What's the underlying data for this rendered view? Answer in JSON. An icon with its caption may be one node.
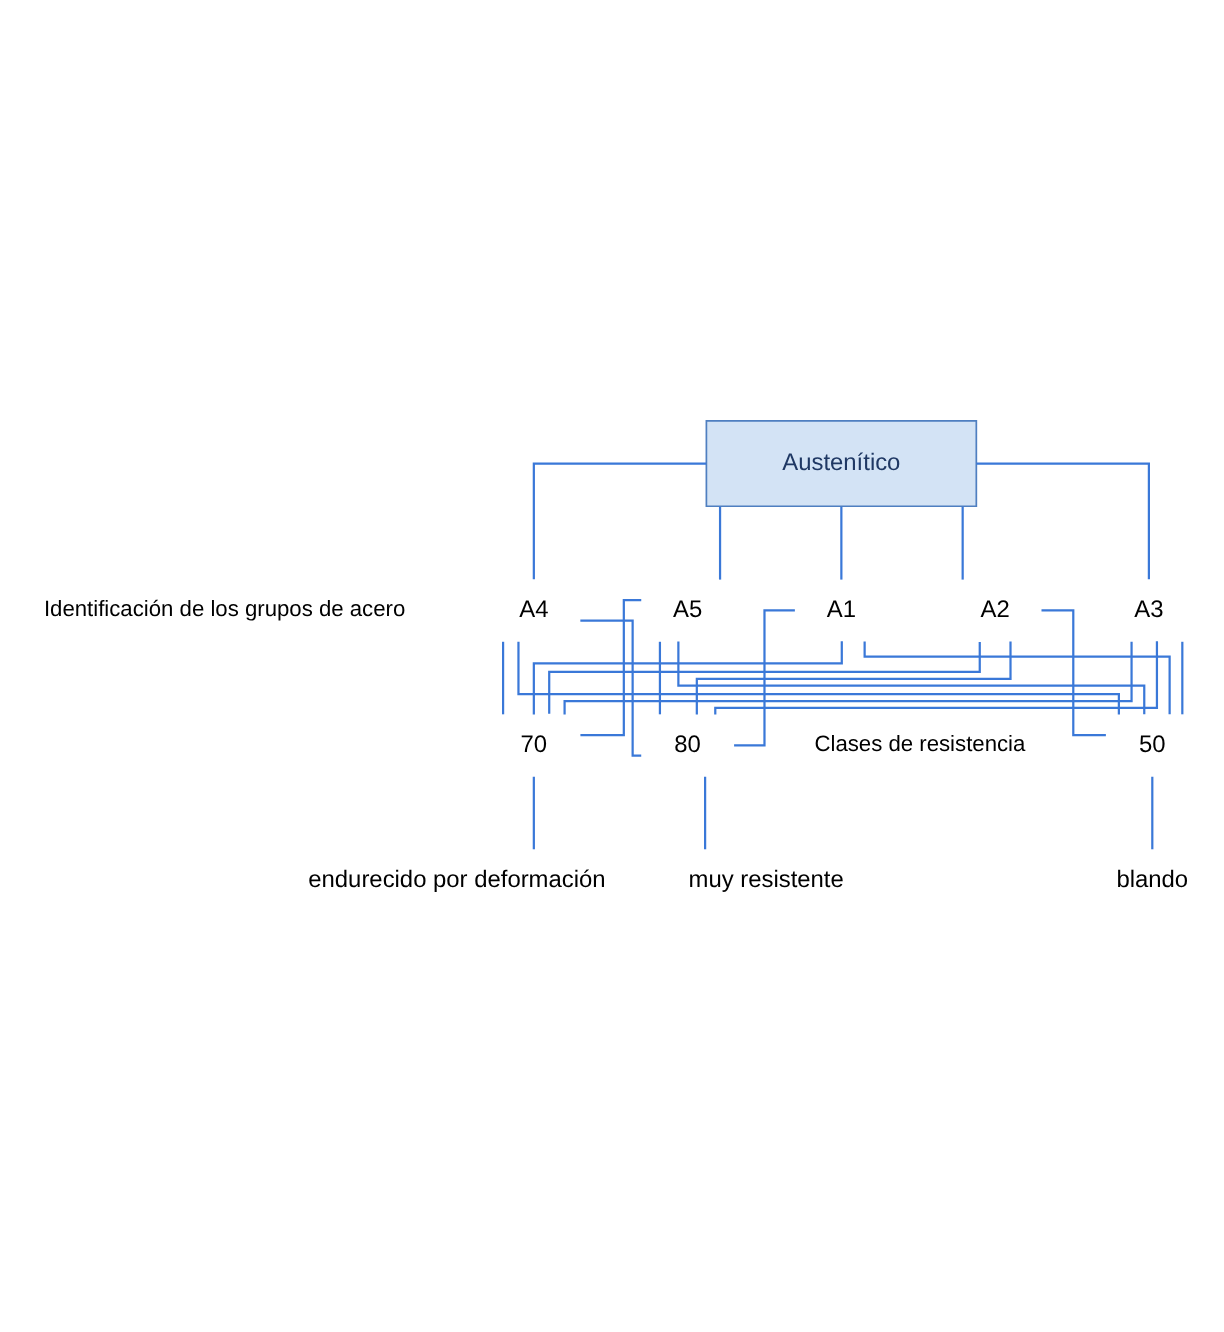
{
  "diagram": {
    "nodes": [
      {
        "text": [
          "Austenítico"
        ]
      },
      {
        "text": [
          "A1"
        ]
      },
      {
        "text": [
          "A2"
        ]
      },
      {
        "text": [
          "A3"
        ]
      },
      {
        "text": [
          "A4"
        ]
      },
      {
        "text": [
          "A5"
        ]
      },
      {
        "text": [
          "50"
        ]
      },
      {
        "text": [
          "70"
        ]
      },
      {
        "text": [
          "80"
        ]
      },
      {
        "text": [
          "blando"
        ]
      },
      {
        "text": [
          "endurecido por deformación"
        ]
      },
      {
        "text": [
          "muy resistente"
        ]
      }
    ],
    "edges": [
      {
        "from": 0,
        "to": 1,
        "arrow": "none"
      },
      {
        "from": 0,
        "to": 2,
        "arrow": "none"
      },
      {
        "from": 0,
        "to": 3,
        "arrow": "none"
      },
      {
        "from": 0,
        "to": 4,
        "arrow": "none"
      },
      {
        "from": 0,
        "to": 5,
        "arrow": "none"
      },
      {
        "from": 1,
        "to": 6,
        "arrow": "none"
      },
      {
        "from": 1,
        "to": 7,
        "arrow": "none"
      },
      {
        "from": 1,
        "to": 8,
        "arrow": "none"
      },
      {
        "from": 2,
        "to": 6,
        "arrow": "none"
      },
      {
        "from": 2,
        "to": 7,
        "arrow": "none"
      },
      {
        "from": 2,
        "to": 8,
        "arrow": "none"
      },
      {
        "from": 3,
        "to": 6,
        "arrow": "none"
      },
      {
        "from": 3,
        "to": 7,
        "arrow": "none"
      },
      {
        "from": 3,
        "to": 8,
        "arrow": "none"
      },
      {
        "from": 4,
        "to": 6,
        "arrow": "none"
      },
      {
        "from": 4,
        "to": 7,
        "arrow": "none"
      },
      {
        "from": 4,
        "to": 8,
        "arrow": "none"
      },
      {
        "from": 5,
        "to": 6,
        "arrow": "none"
      },
      {
        "from": 5,
        "to": 7,
        "arrow": "none"
      },
      {
        "from": 5,
        "to": 8,
        "arrow": "none"
      },
      {
        "from": 6,
        "to": 9,
        "arrow": "none"
      },
      {
        "from": 7,
        "to": 10,
        "arrow": "none"
      },
      {
        "from": 8,
        "to": 11,
        "arrow": "none"
      }
    ],
    "labels": [
      "Identificación de los grupos de acero",
      "Clases de resistencia"
    ]
  }
}
